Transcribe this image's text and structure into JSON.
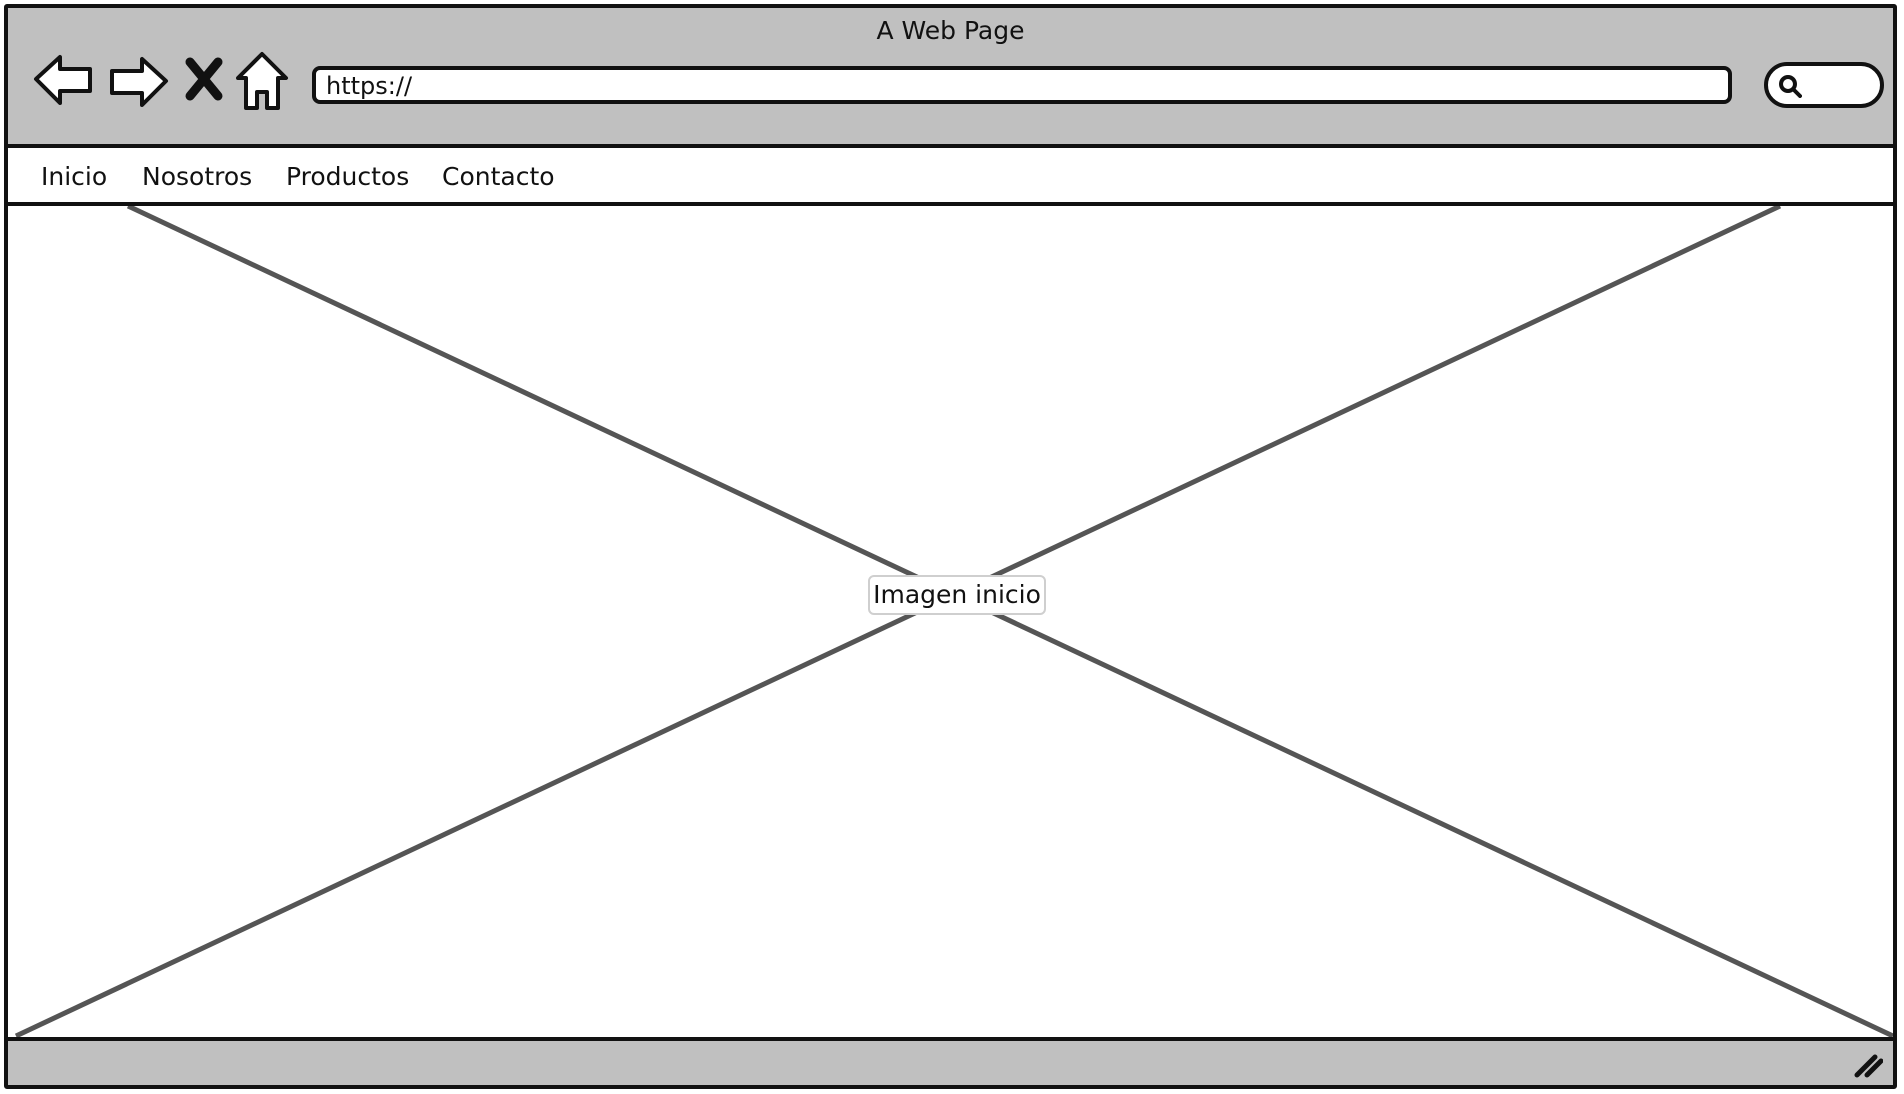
{
  "window": {
    "title": "A Web Page"
  },
  "toolbar": {
    "back_icon": "arrow-left-icon",
    "forward_icon": "arrow-right-icon",
    "stop_icon": "close-x-icon",
    "home_icon": "home-icon"
  },
  "address_bar": {
    "value": "https://"
  },
  "search": {
    "icon": "search-icon"
  },
  "menu": {
    "items": [
      {
        "label": "Inicio"
      },
      {
        "label": "Nosotros"
      },
      {
        "label": "Productos"
      },
      {
        "label": "Contacto"
      }
    ]
  },
  "content": {
    "image_placeholder_label": "Imagen inicio"
  },
  "statusbar": {
    "resize_icon": "resize-grip-icon"
  },
  "colors": {
    "chrome_gray": "#c0c0c0",
    "stroke": "#111111",
    "placeholder_line": "#555555"
  }
}
